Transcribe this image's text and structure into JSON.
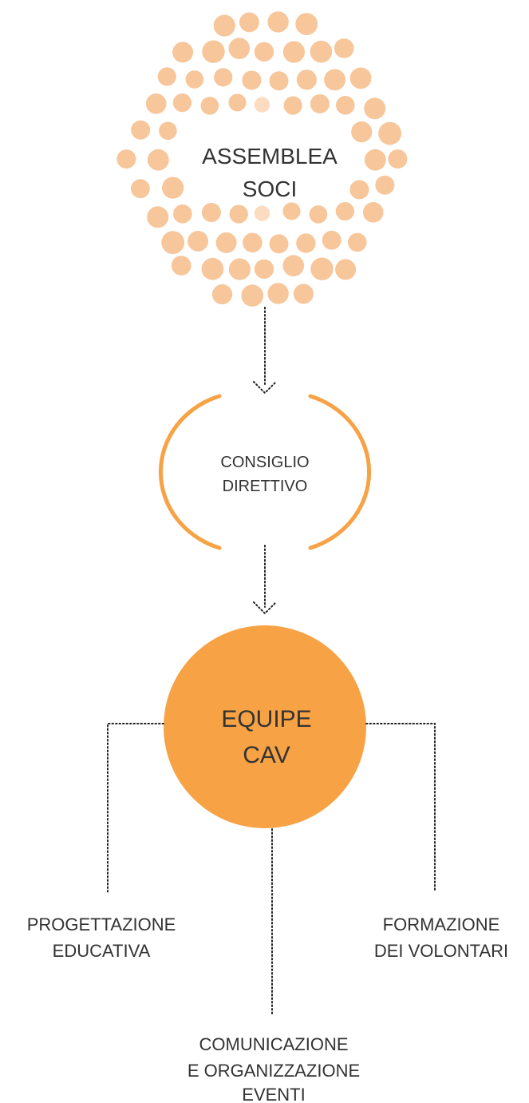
{
  "colors": {
    "accent": "#F7A244",
    "dot_light": "#F7C69A",
    "dot_pale": "#FBDCC0",
    "text": "#333333",
    "connector": "#222222"
  },
  "assemblea": {
    "line1": "ASSEMBLEA",
    "line2": "SOCI"
  },
  "consiglio": {
    "line1": "CONSIGLIO",
    "line2": "DIRETTIVO"
  },
  "equipe": {
    "line1": "EQUIPE",
    "line2": "CAV"
  },
  "branches": {
    "progettazione": {
      "line1": "PROGETTAZIONE",
      "line2": "EDUCATIVA"
    },
    "formazione": {
      "line1": "FORMAZIONE",
      "line2": "DEI VOLONTARI"
    },
    "comunicazione": {
      "line1": "COMUNICAZIONE",
      "line2": "E ORGANIZZAZIONE",
      "line3": "EVENTI"
    }
  },
  "icons": {
    "arrow": "chevron-down-icon",
    "dots": "dot-cluster-icon"
  }
}
